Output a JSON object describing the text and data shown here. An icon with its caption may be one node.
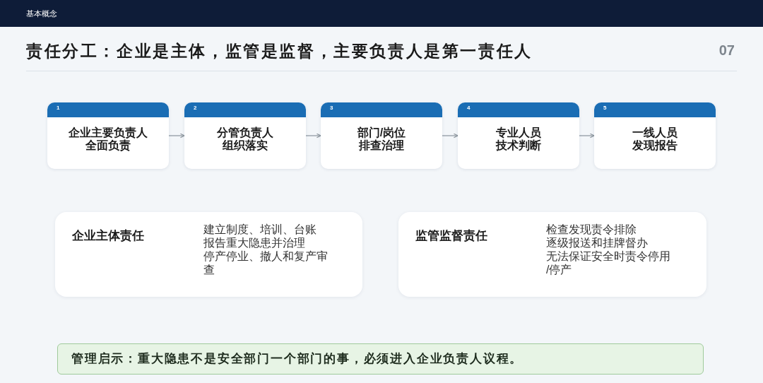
{
  "diagram": {
    "title": "责任分工：企业是主体，监管是监督，主要负责人是第一责任人",
    "nodes": [
      {
        "text": [
          "1",
          "企业主要负责人全面负责"
        ]
      },
      {
        "text": [
          "2",
          "分管负责人组织落实"
        ]
      },
      {
        "text": [
          "3",
          "部门/岗位排查治理"
        ]
      },
      {
        "text": [
          "4",
          "专业人员技术判断"
        ]
      },
      {
        "text": [
          "5",
          "一线人员发现报告"
        ]
      },
      {
        "text": [
          "企业主体责任",
          "建立制度、培训、台账",
          "报告重大隐患并治理",
          "停产停业、撤人和复产审查"
        ]
      },
      {
        "text": [
          "监管监督责任",
          "检查发现责令排除",
          "逐级报送和挂牌督办",
          "无法保证安全时责令停用/停产"
        ]
      },
      {
        "text": [
          "管理启示：重大隐患不是安全部门一个部门的事，必须进入企业负责人议程。"
        ]
      }
    ],
    "edges": [
      {
        "from": 0,
        "to": 1,
        "arrow": "to"
      },
      {
        "from": 1,
        "to": 2,
        "arrow": "to"
      },
      {
        "from": 2,
        "to": 3,
        "arrow": "to"
      },
      {
        "from": 3,
        "to": 4,
        "arrow": "to"
      }
    ],
    "labels": [
      "基本概念",
      "07"
    ]
  }
}
